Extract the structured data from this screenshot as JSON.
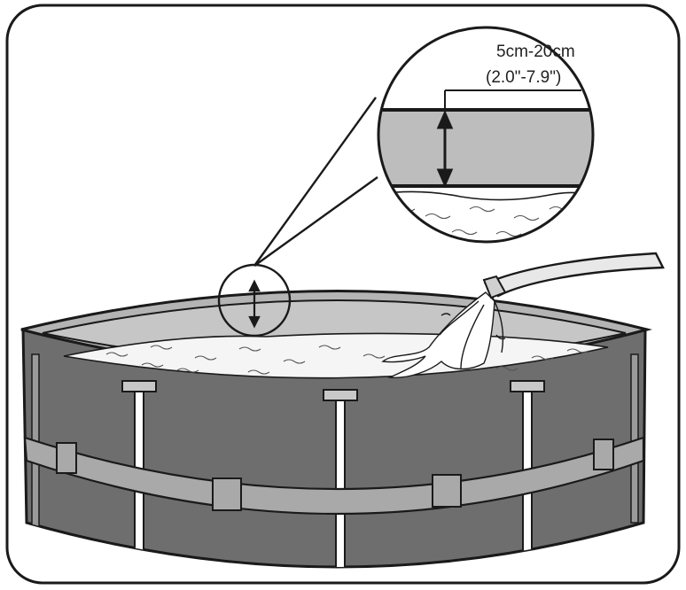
{
  "callout": {
    "line1": "5cm-20cm",
    "line2": "(2.0\"-7.9\")"
  },
  "colors": {
    "outline": "#1a1a1a",
    "pool_wall": "#6e6e6e",
    "wall_gray": "#c6c6c6",
    "rim": "#b4b4b4",
    "belt": "#a9a9a9",
    "water": "#f5f5f5",
    "background": "#ffffff"
  },
  "icons": {
    "depth_arrow": "double-headed-vertical-arrow",
    "hose": "water-hose"
  }
}
